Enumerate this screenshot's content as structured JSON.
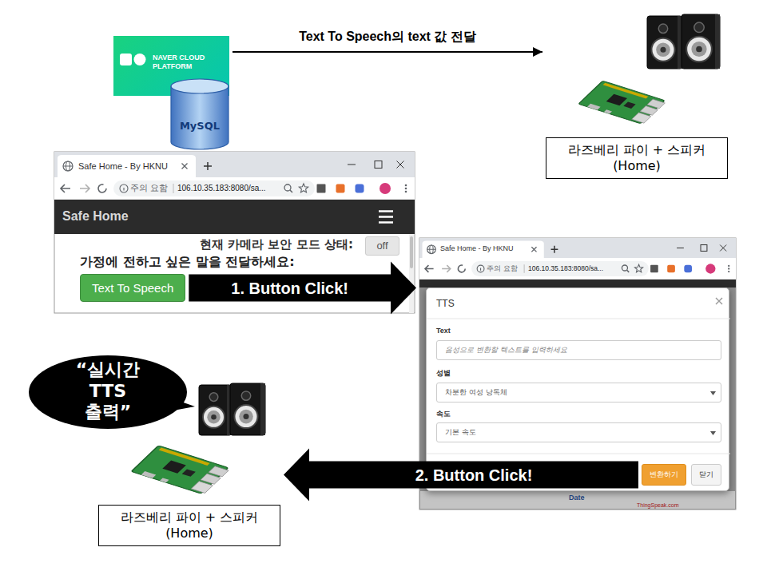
{
  "diagram": {
    "nodes": [
      {
        "text": [
          "NAVER CLOUD PLATFORM"
        ]
      },
      {
        "text": [
          "MySQL"
        ]
      },
      {
        "text": [
          "라즈베리 파이 + 스피커 (Home)"
        ]
      },
      {
        "text": [
          "Safe Home - By HKNU",
          "주의 요함",
          "106.10.35.183:8080/sa...",
          "Safe Home",
          "현재 카메라 보안 모드 상태:",
          "가정에 전하고 싶은 말을 전달하세요:"
        ]
      },
      {
        "text": [
          "off"
        ],
        "in": 3
      },
      {
        "text": [
          "Text To Speech"
        ],
        "in": 3
      },
      {
        "text": [
          "Safe Home - By HKNU",
          "주의 요함",
          "106.10.35.183:8080/sa...",
          "Date",
          "ThingSpeak.com"
        ]
      },
      {
        "text": [
          "TTS",
          "Text",
          "성별",
          "속도"
        ],
        "in": 6
      },
      {
        "text": [
          "음성으로 변환할 텍스트를 입력하세요"
        ],
        "in": 7
      },
      {
        "text": [
          "차분한 여성 낭독체"
        ],
        "in": 7
      },
      {
        "text": [
          "기본 속도"
        ],
        "in": 7
      },
      {
        "text": [
          "변환하기"
        ],
        "in": 7
      },
      {
        "text": [
          "닫기"
        ],
        "in": 7
      },
      {
        "text": [
          "“실시간 TTS 출력”"
        ]
      },
      {
        "text": [
          "라즈베리 파이 + 스피커 (Home)"
        ]
      }
    ],
    "edges": [
      {
        "from": 0,
        "to": 2,
        "label": "Text To Speech의 text 값 전달",
        "arrow": "to"
      },
      {
        "from": 5,
        "to": 6,
        "label": "1. Button Click!",
        "arrow": "to"
      },
      {
        "from": 11,
        "to": 14,
        "label": "2. Button Click!",
        "arrow": "to"
      }
    ]
  }
}
